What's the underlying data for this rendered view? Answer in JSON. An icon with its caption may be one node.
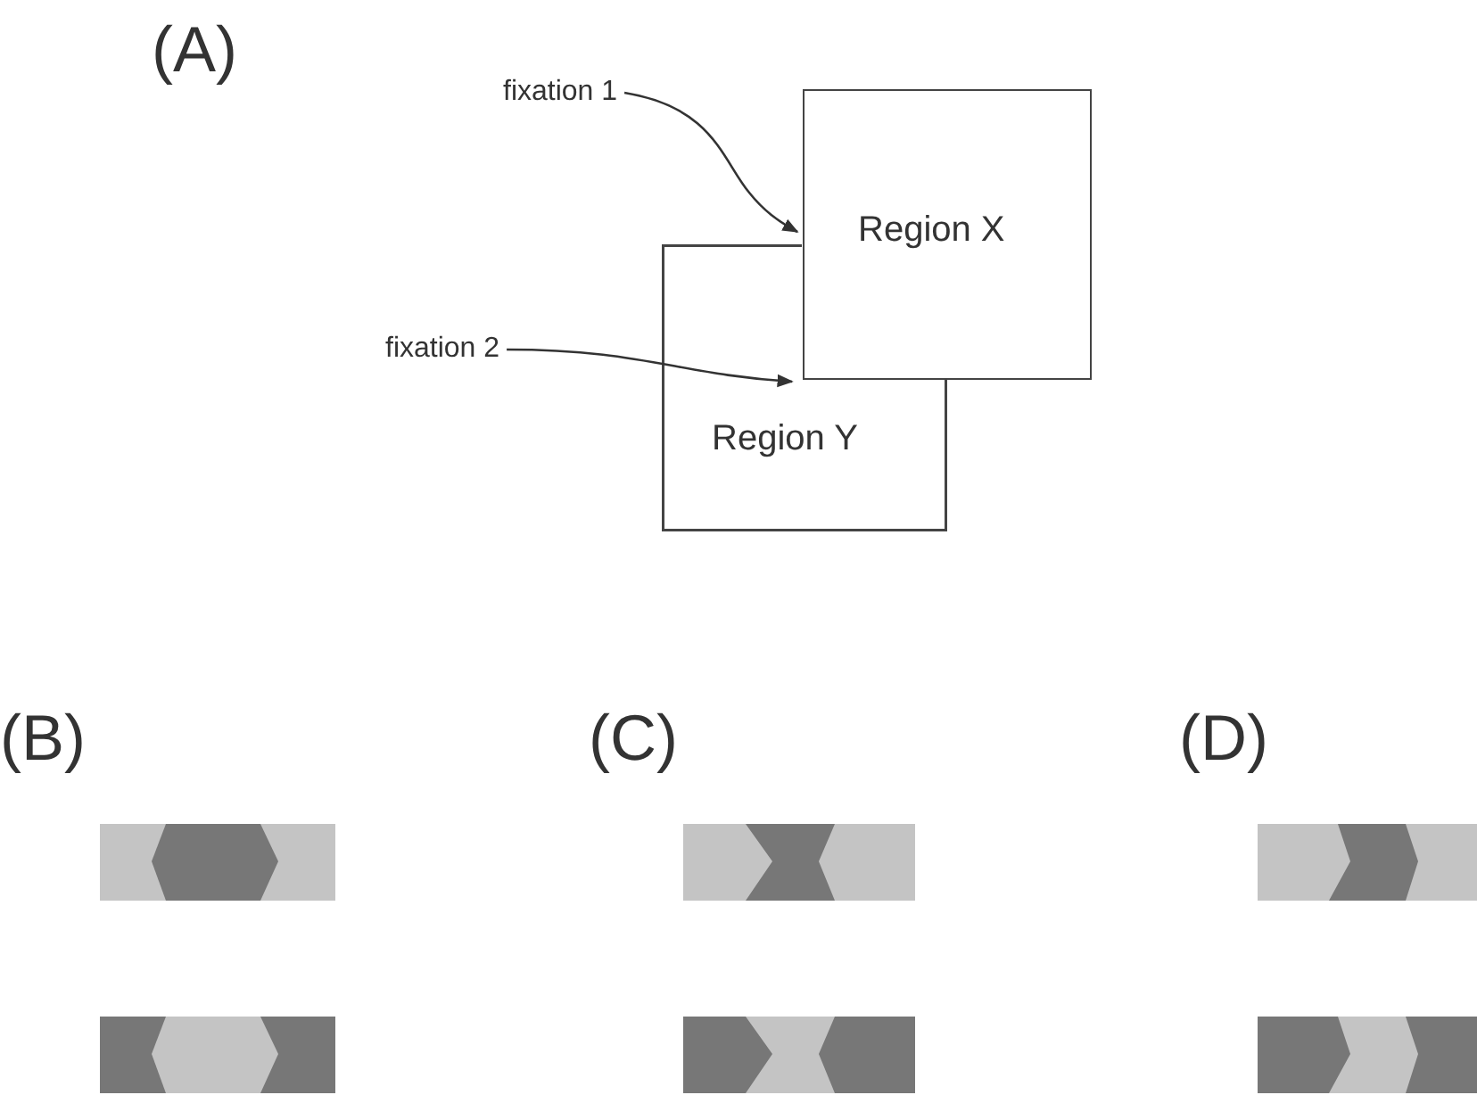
{
  "diagram": {
    "nodes": [
      {
        "text": [
          "fixation 1"
        ]
      },
      {
        "text": [
          "fixation 2"
        ]
      },
      {
        "text": [
          "Region X"
        ]
      },
      {
        "text": [
          "Region Y"
        ]
      }
    ],
    "edges": [
      {
        "from": 0,
        "to": 2,
        "arrow": "to"
      },
      {
        "from": 1,
        "to": 3,
        "arrow": "to"
      }
    ],
    "labels": [
      "(A)",
      "(B)",
      "(C)",
      "(D)"
    ]
  }
}
